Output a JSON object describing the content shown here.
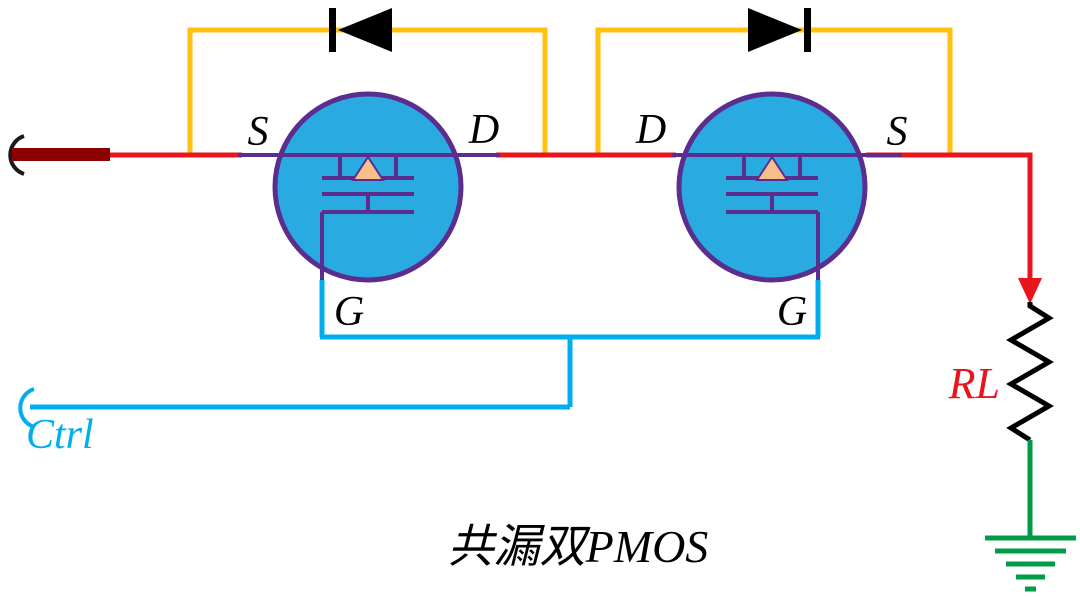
{
  "diagram": {
    "title": "共漏双PMOS"
  },
  "labels": {
    "pmos1": {
      "source": "S",
      "drain": "D",
      "gate": "G"
    },
    "pmos2": {
      "drain": "D",
      "source": "S",
      "gate": "G"
    },
    "ctrl": "Ctrl",
    "load": "RL"
  },
  "colors": {
    "wire_red": "#E8151D",
    "input_bar": "#8B0000",
    "wire_yellow": "#FFC20E",
    "wire_cyan": "#00AEEF",
    "mosfet_fill": "#29ABE2",
    "mosfet_outline": "#5B2D8E",
    "triangle_fill": "#F7C08A",
    "diode_black": "#000000",
    "resistor_black": "#000000",
    "ground_green": "#009B48",
    "label_text": "#000000"
  }
}
